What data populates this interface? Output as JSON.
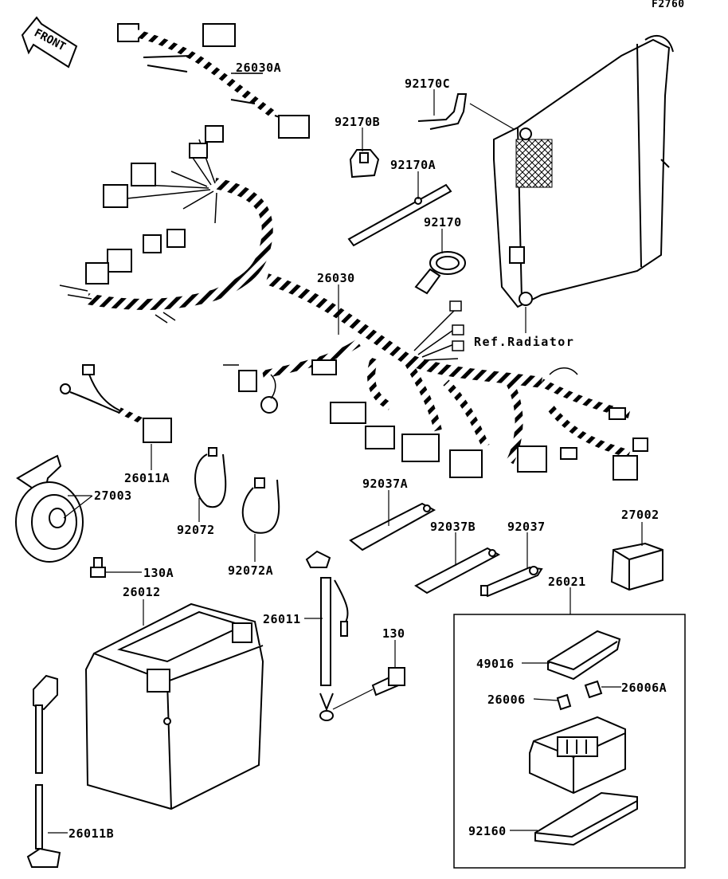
{
  "figure_id": "F2760",
  "front_label": "FRONT",
  "parts": {
    "p26030A": "26030A",
    "p92170C": "92170C",
    "p92170B": "92170B",
    "p92170A": "92170A",
    "p92170": "92170",
    "p26030": "26030",
    "ref_radiator": "Ref.Radiator",
    "p26011A": "26011A",
    "p27003": "27003",
    "p92072": "92072",
    "p92072A": "92072A",
    "p92037A": "92037A",
    "p92037B": "92037B",
    "p92037": "92037",
    "p27002": "27002",
    "p130A": "130A",
    "p26012": "26012",
    "p26011": "26011",
    "p130": "130",
    "p26021": "26021",
    "p49016": "49016",
    "p26006A": "26006A",
    "p26006": "26006",
    "p92160": "92160",
    "p26011B": "26011B"
  }
}
